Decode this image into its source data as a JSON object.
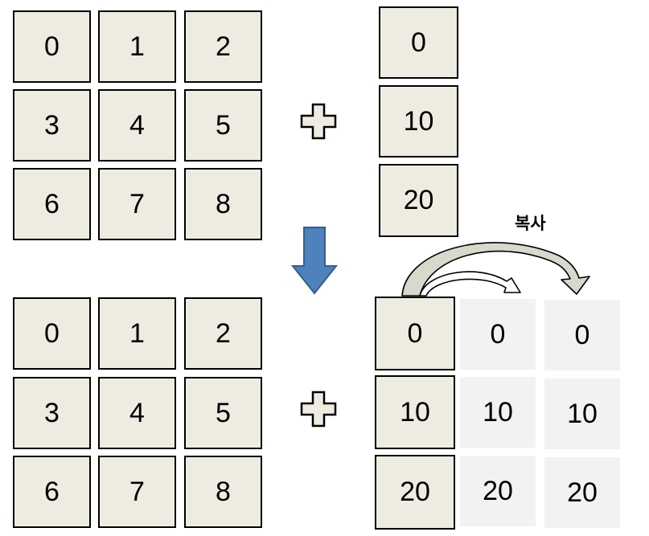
{
  "matrix_top": [
    "0",
    "1",
    "2",
    "3",
    "4",
    "5",
    "6",
    "7",
    "8"
  ],
  "vector_top": [
    "0",
    "10",
    "20"
  ],
  "matrix_bottom": [
    "0",
    "1",
    "2",
    "3",
    "4",
    "5",
    "6",
    "7",
    "8"
  ],
  "vector_bottom": [
    "0",
    "10",
    "20"
  ],
  "broadcast_col2": [
    "0",
    "10",
    "20"
  ],
  "broadcast_col3": [
    "0",
    "10",
    "20"
  ],
  "copy_label": "복사",
  "colors": {
    "cell_fill": "#eeece1",
    "ghost_fill": "#f2f2f2",
    "down_arrow": "#4f81bd",
    "copy_arrow_fill": "#d9d8cc"
  },
  "icons": [
    "plus-icon",
    "down-arrow-icon",
    "curved-arrow-icon"
  ]
}
